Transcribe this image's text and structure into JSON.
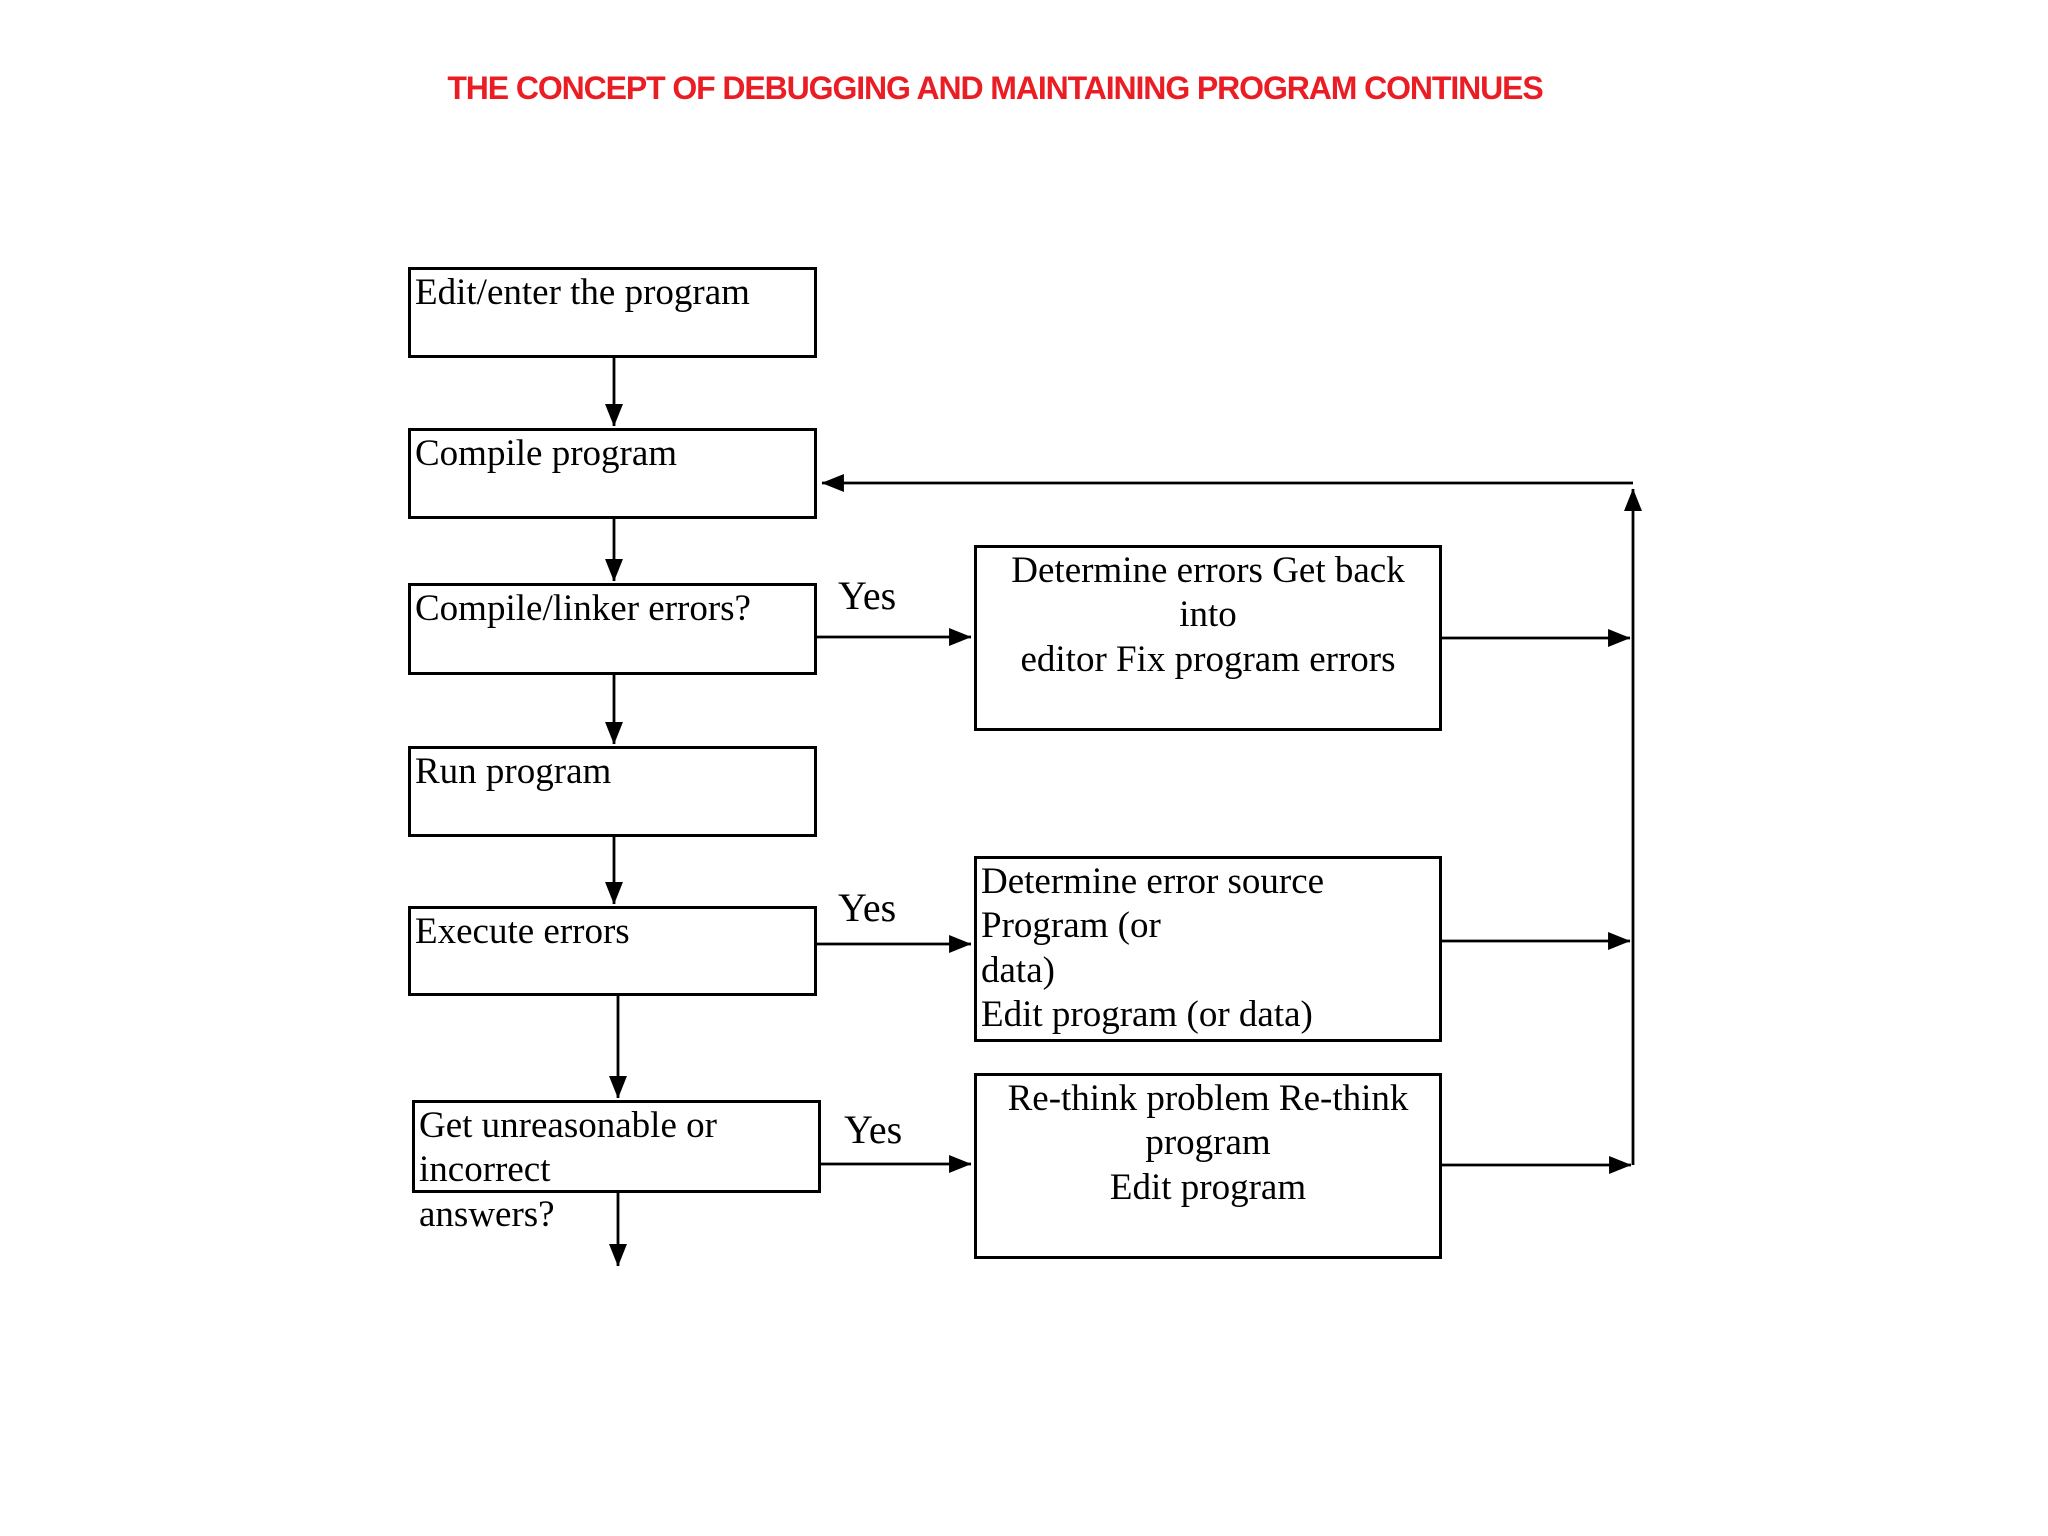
{
  "title": "THE CONCEPT OF DEBUGGING AND MAINTAINING PROGRAM CONTINUES",
  "colors": {
    "title_red": "#ea1d25",
    "line_black": "#000000",
    "background": "#ffffff"
  },
  "flowchart": {
    "process_boxes": {
      "edit": {
        "label": "Edit/enter the program"
      },
      "compile": {
        "label": "Compile program"
      },
      "compile_errors": {
        "label": "Compile/linker errors?"
      },
      "run": {
        "label": "Run program"
      },
      "execute_errors": {
        "label": "Execute errors"
      },
      "answers": {
        "lines": [
          "Get unreasonable or incorrect",
          "answers?"
        ]
      }
    },
    "action_boxes": {
      "fix_compile": {
        "lines": [
          "Determine errors Get back into",
          "editor Fix program errors"
        ]
      },
      "fix_execute": {
        "lines": [
          "Determine error source Program (or",
          "data)",
          "Edit program (or data)"
        ]
      },
      "rethink": {
        "lines": [
          "Re-think problem Re-think program",
          "Edit program"
        ]
      }
    },
    "edge_labels": {
      "yes1": "Yes",
      "yes2": "Yes",
      "yes3": "Yes"
    }
  }
}
